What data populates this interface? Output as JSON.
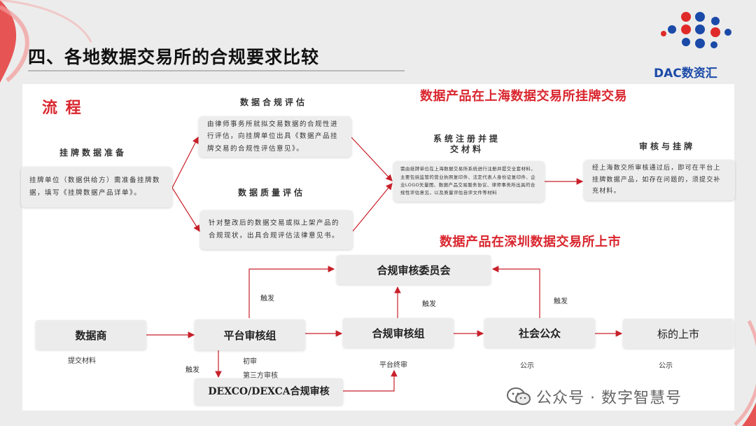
{
  "slide": {
    "title": "四、各地数据交易所的合规要求比较",
    "section_label": "流 程",
    "brand_text": "数资汇",
    "brand_prefix": "DAC",
    "watermark": "公众号 · 数字智慧号"
  },
  "shanghai": {
    "heading": "数据产品在上海数据交易所挂牌交易",
    "steps": {
      "prepare_label": "挂牌数据准备",
      "prepare_text": "挂牌单位（数据供给方）需准备挂牌数据，填写《挂牌数据产品详单》。",
      "compliance_label": "数据合规评估",
      "compliance_text": "由律师事务所就拟交易数据的合规性进行评估，向挂牌单位出具《数据产品挂牌交易的合规性评估意见》。",
      "quality_label": "数据质量评估",
      "quality_text": "针对整改后的数据交易或拟上架产品的合规现状，出具合规评估法律意见书。",
      "register_label": "系统注册并提交材料",
      "register_text": "需由挂牌单位在上海数据交易所系统进行注册并提交全套材料，主要包括监管的营业执照复印件、法定代表人身份证复印件、企业LOGO矢量图、数据产品交易服务协议、律师事务所出具的合规性评估意见，以及质量评估自评文件等材料",
      "review_label": "审核与挂牌",
      "review_text": "经上海数交所审核通过后，即可在平台上挂牌数据产品，如存在问题的，须提交补充材料。"
    }
  },
  "shenzhen": {
    "heading": "数据产品在深圳数据交易所上市",
    "nodes": {
      "merchant": "数据商",
      "platform_review": "平台审核组",
      "compliance_group": "合规审核组",
      "public": "社会公众",
      "listing": "标的上市",
      "committee": "合规审核委员会",
      "dexco": "DEXCO/DEXCA合规审核"
    },
    "notes": {
      "submit": "提交材料",
      "initial": "初审",
      "third_party": "第三方审核",
      "final": "平台终审",
      "publicity_1": "公示",
      "publicity_2": "公示",
      "trigger_1": "触发",
      "trigger_2": "触发",
      "trigger_3": "触发",
      "trigger_4": "触发"
    }
  },
  "colors": {
    "accent_red": "#d9262e",
    "arrow_red": "#c8202a",
    "brand_blue": "#1b4aa8",
    "brand_red": "#e02a2a"
  }
}
